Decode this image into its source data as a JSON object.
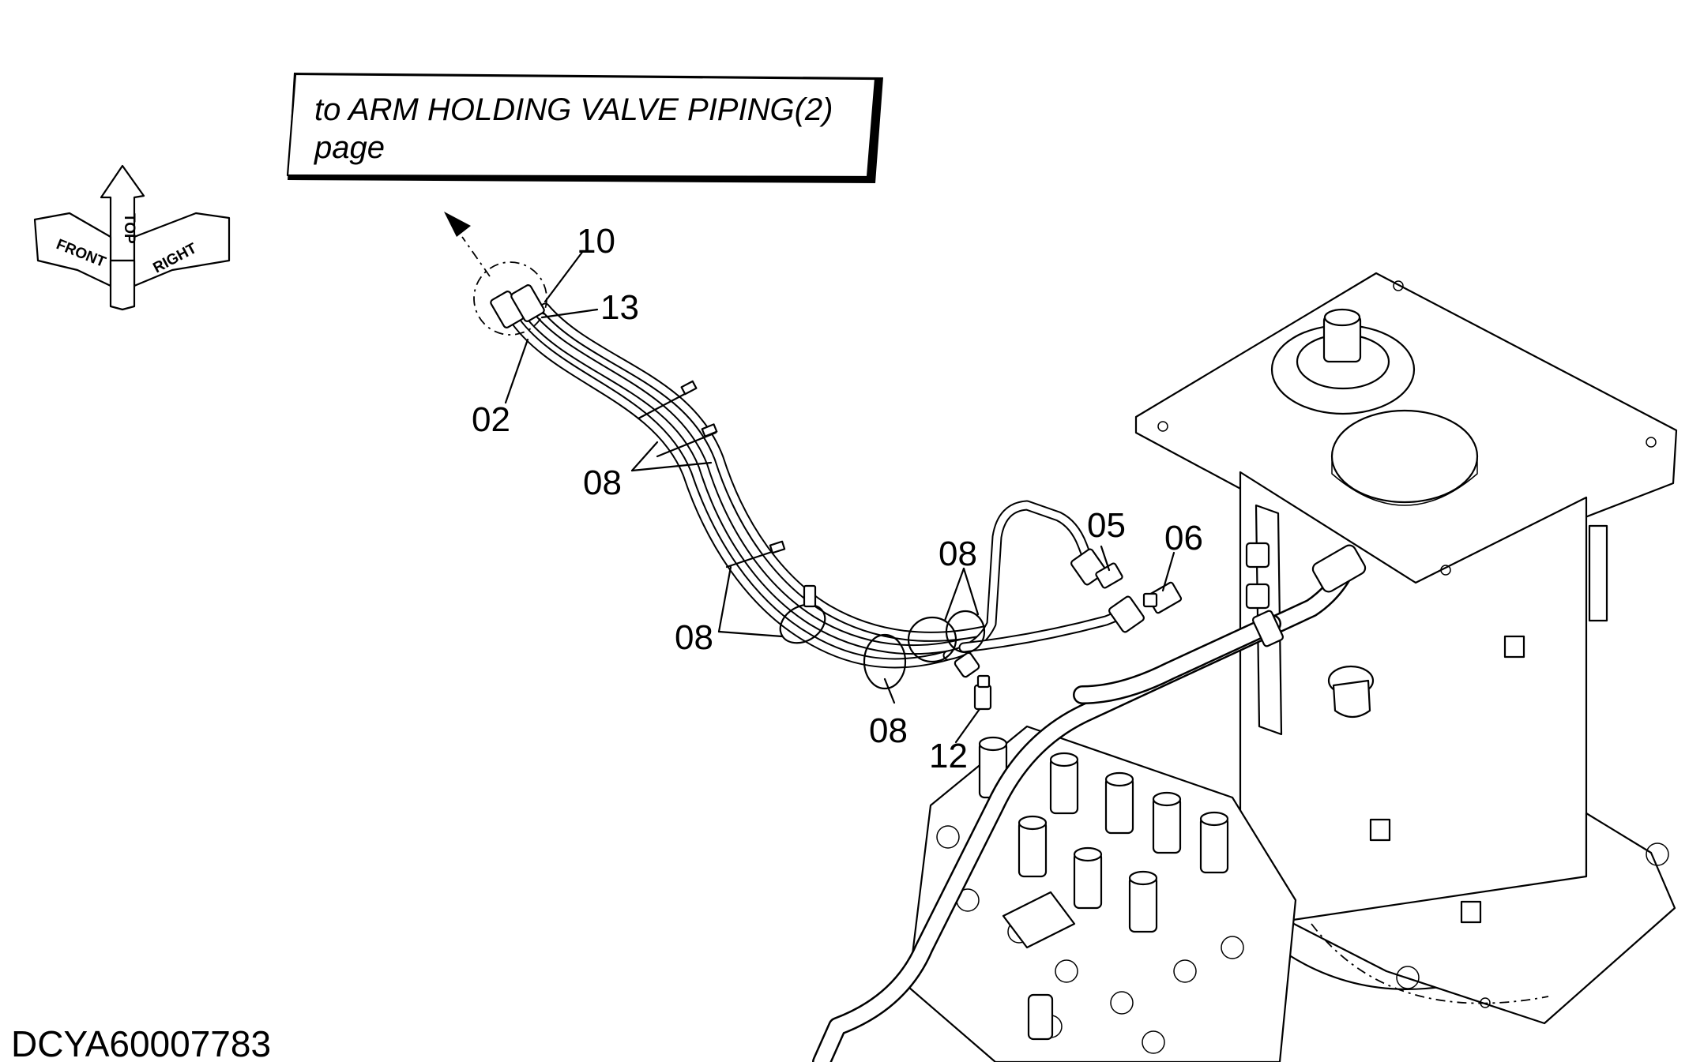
{
  "reference_note": {
    "line1": "to ARM HOLDING VALVE PIPING(2)",
    "line2": "page"
  },
  "direction_indicator": {
    "top": "TOP",
    "front": "FRONT",
    "right": "RIGHT"
  },
  "callouts": {
    "c10": "10",
    "c13": "13",
    "c02": "02",
    "c08_a": "08",
    "c08_b": "08",
    "c08_c": "08",
    "c08_d": "08",
    "c05": "05",
    "c06": "06",
    "c12": "12"
  },
  "drawing_code": "DCYA60007783"
}
